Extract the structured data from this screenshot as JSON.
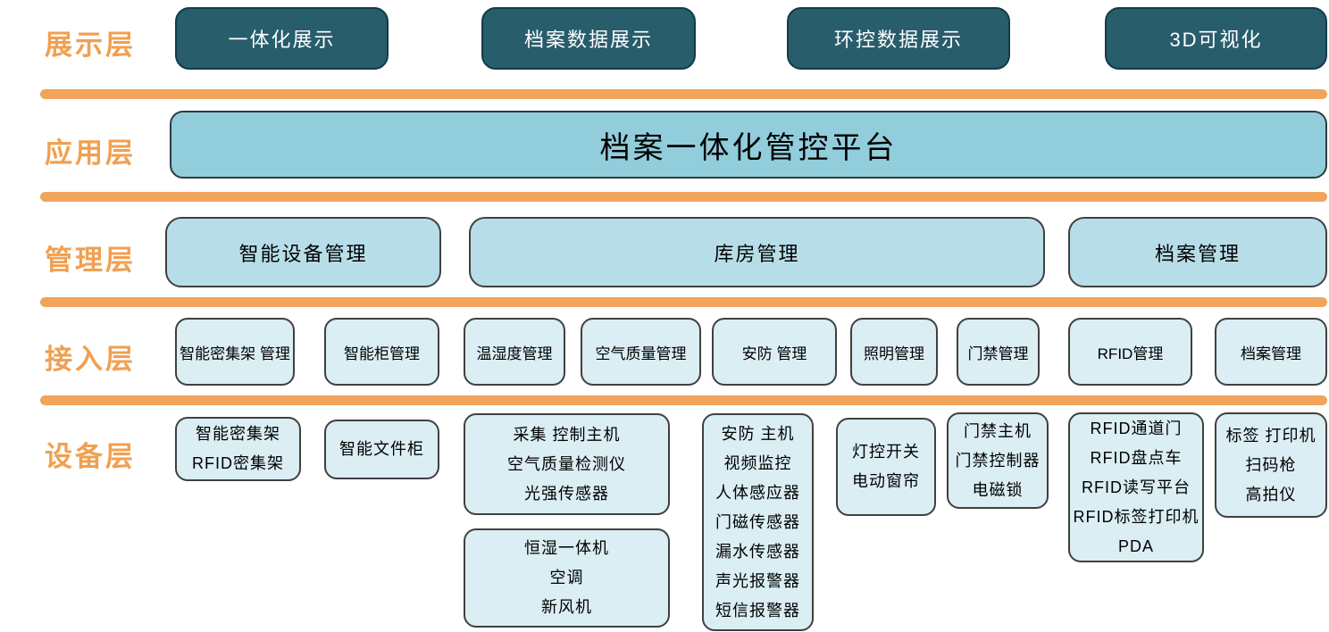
{
  "display_layer": {
    "label": "展示层",
    "items": [
      "一体化展示",
      "档案数据展示",
      "环控数据展示",
      "3D可视化"
    ]
  },
  "application_layer": {
    "label": "应用层",
    "platform": "档案一体化管控平台"
  },
  "management_layer": {
    "label": "管理层",
    "items": [
      "智能设备管理",
      "库房管理",
      "档案管理"
    ]
  },
  "access_layer": {
    "label": "接入层",
    "items": [
      "智能密集架 管理",
      "智能柜管理",
      "温湿度管理",
      "空气质量管理",
      "安防 管理",
      "照明管理",
      "门禁管理",
      "RFID管理",
      "档案管理"
    ]
  },
  "device_layer": {
    "label": "设备层",
    "groups": [
      "智能密集架\nRFID密集架",
      "智能文件柜",
      "采集 控制主机\n空气质量检测仪\n光强传感器",
      "恒湿一体机\n空调\n新风机",
      "安防 主机\n视频监控\n人体感应器\n门磁传感器\n漏水传感器\n声光报警器\n短信报警器",
      "灯控开关\n电动窗帘",
      "门禁主机\n门禁控制器\n电磁锁",
      "RFID通道门\nRFID盘点车\nRFID读写平台\nRFID标签打印机\nPDA",
      "标签 打印机\n扫码枪\n高拍仪"
    ]
  },
  "colors": {
    "label_orange": "#F0A050",
    "divider_orange": "#F0A45C",
    "display_dark_teal": "#285D6C",
    "application_blue": "#92CDDC",
    "management_blue": "#B7DEE8",
    "access_device_blue": "#DAEEF3",
    "box_border": "#404040"
  }
}
